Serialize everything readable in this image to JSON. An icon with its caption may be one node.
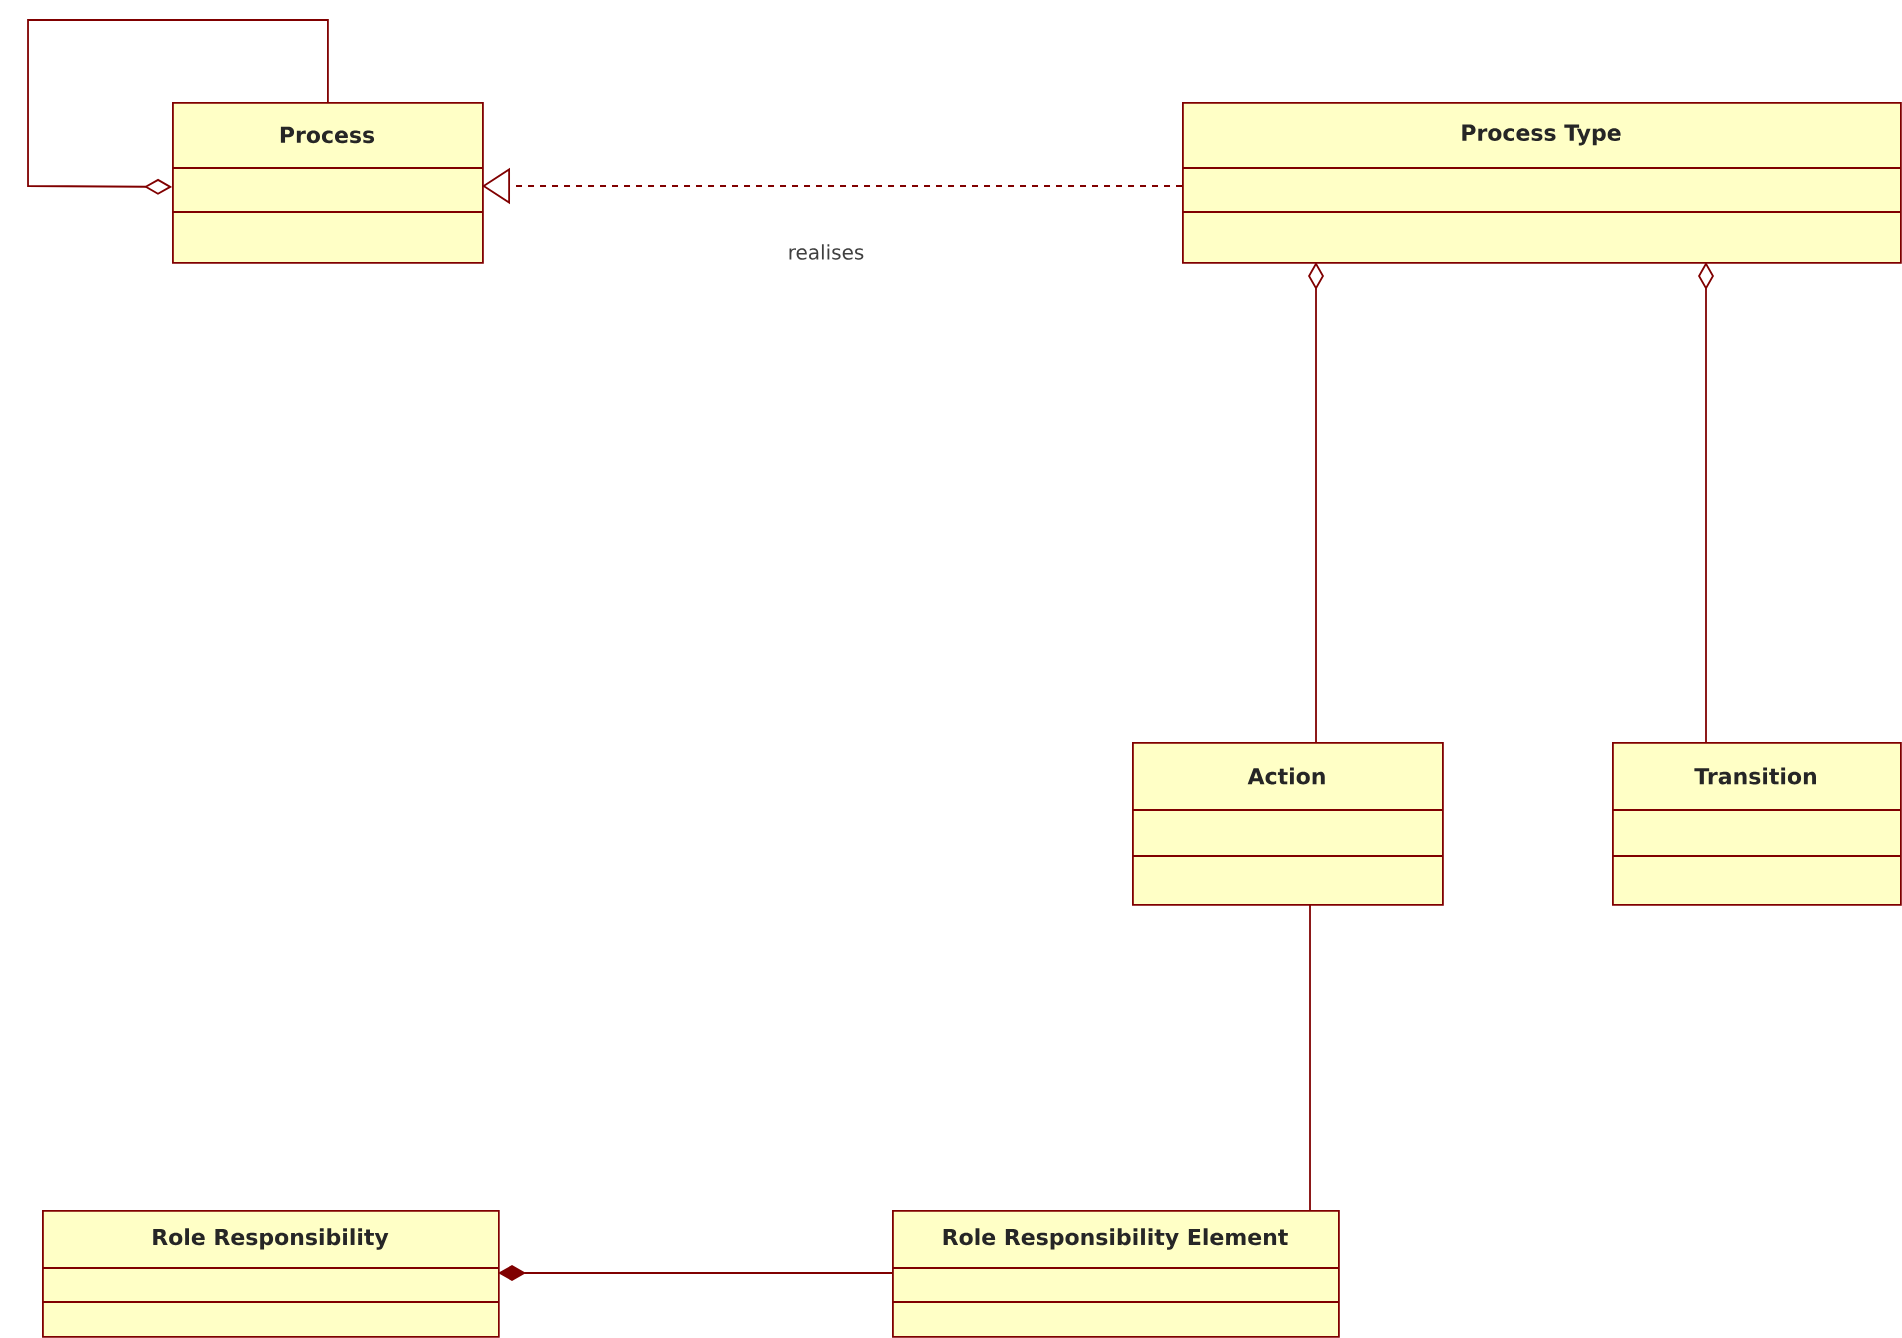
{
  "diagram": {
    "nodes": [
      {
        "text": [
          "Process"
        ]
      },
      {
        "text": [
          "Process Type"
        ]
      },
      {
        "text": [
          "Action"
        ]
      },
      {
        "text": [
          "Transition"
        ]
      },
      {
        "text": [
          "Role Responsibility"
        ]
      },
      {
        "text": [
          "Role Responsibility Element"
        ]
      }
    ],
    "edges": [
      {
        "from": 0,
        "to": 0,
        "arrow": "other"
      },
      {
        "from": 1,
        "to": 0,
        "arrow": "to",
        "style": "dashed",
        "label": "realises"
      },
      {
        "from": 1,
        "to": 2,
        "arrow": "other"
      },
      {
        "from": 1,
        "to": 3,
        "arrow": "other"
      },
      {
        "from": 2,
        "to": 5,
        "arrow": "none"
      },
      {
        "from": 4,
        "to": 5,
        "arrow": "other"
      }
    ]
  }
}
